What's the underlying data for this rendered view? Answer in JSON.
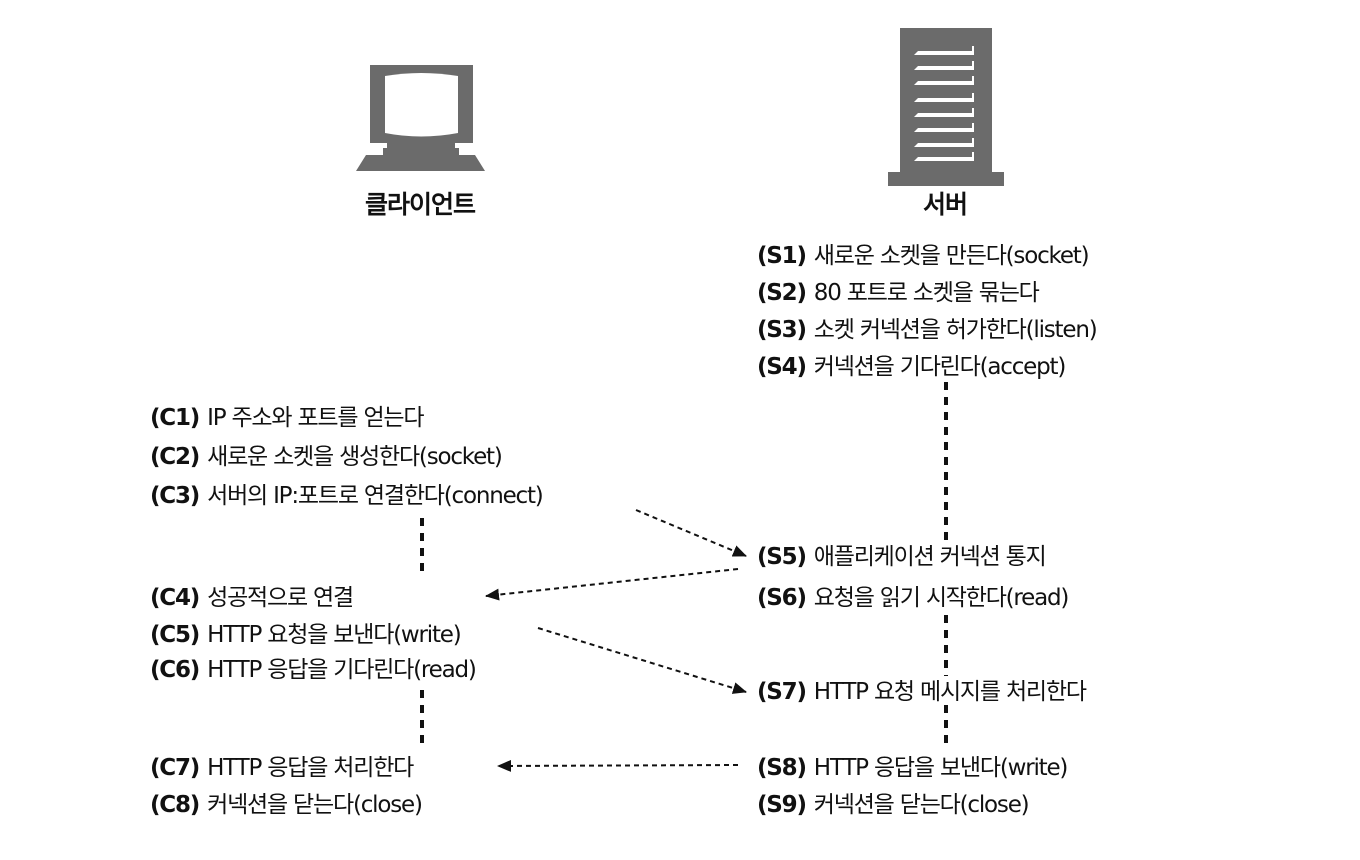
{
  "colors": {
    "icon": "#6b6b6b",
    "text": "#111111",
    "line": "#111111"
  },
  "client": {
    "icon": "computer-icon",
    "label": "클라이언트",
    "steps": [
      {
        "code": "(C1)",
        "text": "IP 주소와 포트를 얻는다"
      },
      {
        "code": "(C2)",
        "text": "새로운 소켓을 생성한다(socket)"
      },
      {
        "code": "(C3)",
        "text": "서버의 IP:포트로 연결한다(connect)"
      },
      {
        "code": "(C4)",
        "text": "성공적으로 연결"
      },
      {
        "code": "(C5)",
        "text": "HTTP 요청을 보낸다(write)"
      },
      {
        "code": "(C6)",
        "text": "HTTP 응답을 기다린다(read)"
      },
      {
        "code": "(C7)",
        "text": "HTTP 응답을 처리한다"
      },
      {
        "code": "(C8)",
        "text": "커넥션을 닫는다(close)"
      }
    ]
  },
  "server": {
    "icon": "server-icon",
    "label": "서버",
    "steps": [
      {
        "code": "(S1)",
        "text": "새로운 소켓을 만든다(socket)"
      },
      {
        "code": "(S2)",
        "text": "80 포트로 소켓을 묶는다"
      },
      {
        "code": "(S3)",
        "text": "소켓 커넥션을 허가한다(listen)"
      },
      {
        "code": "(S4)",
        "text": "커넥션을 기다린다(accept)"
      },
      {
        "code": "(S5)",
        "text": "애플리케이션 커넥션 통지"
      },
      {
        "code": "(S6)",
        "text": "요청을 읽기 시작한다(read)"
      },
      {
        "code": "(S7)",
        "text": "HTTP 요청 메시지를 처리한다"
      },
      {
        "code": "(S8)",
        "text": "HTTP 응답을 보낸다(write)"
      },
      {
        "code": "(S9)",
        "text": "커넥션을 닫는다(close)"
      }
    ]
  },
  "messages": [
    {
      "from": "C3",
      "to": "S5",
      "direction": "client-to-server"
    },
    {
      "from": "S5",
      "to": "C4",
      "direction": "server-to-client"
    },
    {
      "from": "C5",
      "to": "S7",
      "direction": "client-to-server"
    },
    {
      "from": "S8",
      "to": "C7",
      "direction": "server-to-client"
    }
  ]
}
